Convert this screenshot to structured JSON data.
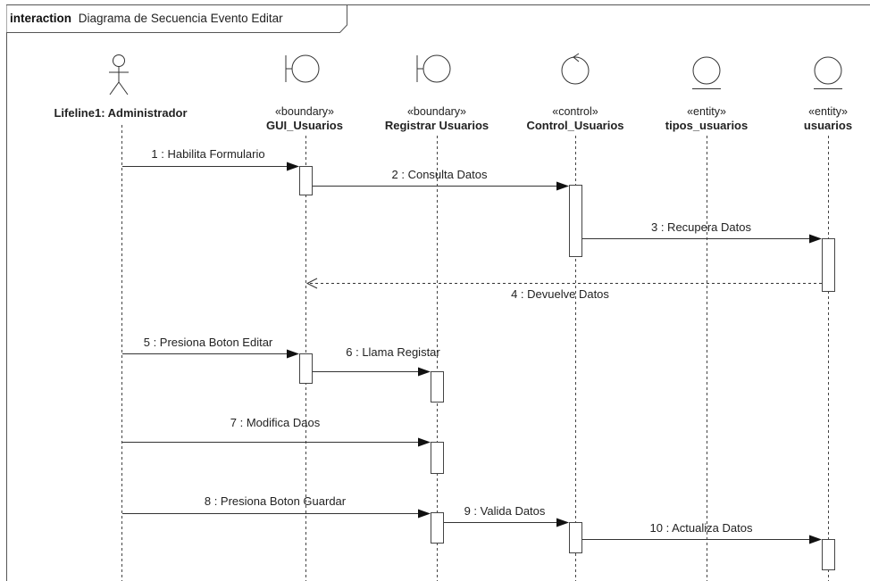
{
  "frame": {
    "keyword": "interaction",
    "title": "Diagrama de Secuencia Evento Editar"
  },
  "lifelines": [
    {
      "id": "admin",
      "kind": "actor",
      "stereotype": "",
      "name": "Lifeline1: Administrador"
    },
    {
      "id": "gui",
      "kind": "boundary",
      "stereotype": "«boundary»",
      "name": "GUI_Usuarios"
    },
    {
      "id": "reg",
      "kind": "boundary",
      "stereotype": "«boundary»",
      "name": "Registrar Usuarios"
    },
    {
      "id": "ctrl",
      "kind": "control",
      "stereotype": "«control»",
      "name": "Control_Usuarios"
    },
    {
      "id": "tipos",
      "kind": "entity",
      "stereotype": "«entity»",
      "name": "tipos_usuarios"
    },
    {
      "id": "usr",
      "kind": "entity",
      "stereotype": "«entity»",
      "name": "usuarios"
    }
  ],
  "messages": [
    {
      "label": "1 : Habilita Formulario",
      "from": "admin",
      "to": "gui",
      "type": "sync"
    },
    {
      "label": "2 : Consulta Datos",
      "from": "gui",
      "to": "ctrl",
      "type": "sync"
    },
    {
      "label": "3 : Recupera Datos",
      "from": "ctrl",
      "to": "usr",
      "type": "sync"
    },
    {
      "label": "4 : Devuelve Datos",
      "from": "usr",
      "to": "gui",
      "type": "reply"
    },
    {
      "label": "5 : Presiona Boton Editar",
      "from": "admin",
      "to": "gui",
      "type": "sync"
    },
    {
      "label": "6 : Llama Registar",
      "from": "gui",
      "to": "reg",
      "type": "sync"
    },
    {
      "label": "7 : Modifica Daos",
      "from": "admin",
      "to": "reg",
      "type": "sync"
    },
    {
      "label": "8 : Presiona Boton Guardar",
      "from": "admin",
      "to": "reg",
      "type": "sync"
    },
    {
      "label": "9 : Valida Datos",
      "from": "reg",
      "to": "ctrl",
      "type": "sync"
    },
    {
      "label": "10 : Actualiza Datos",
      "from": "ctrl",
      "to": "usr",
      "type": "sync"
    }
  ]
}
